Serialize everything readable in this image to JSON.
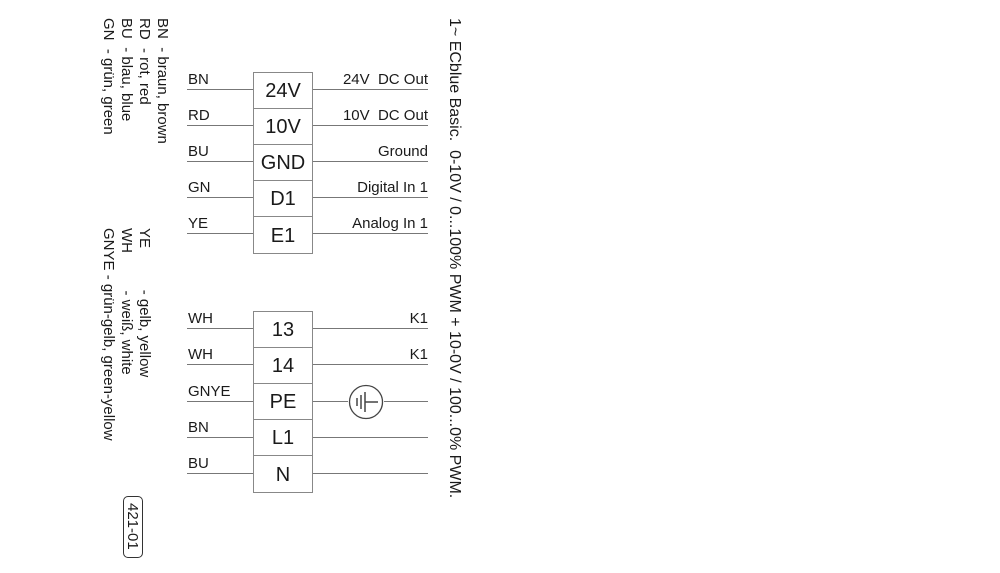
{
  "title": "1~ ECblue Basic.  0-10V / 0...100% PWM + 10-0V / 100...0% PWM.",
  "legend_top": [
    {
      "code": "BN",
      "desc": "- braun, brown"
    },
    {
      "code": "RD",
      "desc": "- rot, red"
    },
    {
      "code": "BU",
      "desc": "- blau, blue"
    },
    {
      "code": "GN",
      "desc": "- grün, green"
    }
  ],
  "legend_bottom": [
    {
      "code": "YE",
      "desc": "- gelb, yellow"
    },
    {
      "code": "WH",
      "desc": "- weiß, white"
    },
    {
      "code": "GNYE",
      "desc": "- grün-gelb, green-yellow"
    }
  ],
  "diagram_code": "421-01",
  "terminal_block_1": [
    {
      "wire": "BN",
      "terminal": "24V",
      "signal": "24V  DC Out"
    },
    {
      "wire": "RD",
      "terminal": "10V",
      "signal": "10V  DC Out"
    },
    {
      "wire": "BU",
      "terminal": "GND",
      "signal": "Ground"
    },
    {
      "wire": "GN",
      "terminal": "D1",
      "signal": "Digital In 1"
    },
    {
      "wire": "YE",
      "terminal": "E1",
      "signal": "Analog In 1"
    }
  ],
  "terminal_block_2": [
    {
      "wire": "WH",
      "terminal": "13",
      "signal": "K1"
    },
    {
      "wire": "WH",
      "terminal": "14",
      "signal": "K1"
    },
    {
      "wire": "GNYE",
      "terminal": "PE",
      "signal": "",
      "symbol": "protective-earth"
    },
    {
      "wire": "BN",
      "terminal": "L1",
      "signal": ""
    },
    {
      "wire": "BU",
      "terminal": "N",
      "signal": ""
    }
  ]
}
